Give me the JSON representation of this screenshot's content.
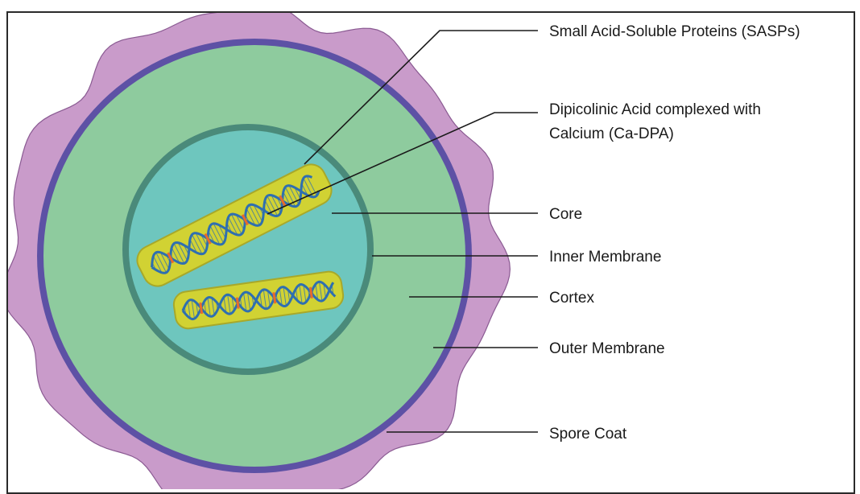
{
  "colors": {
    "spore_coat": "#c99bca",
    "spore_coat_edge": "#8a5a92",
    "outer_membrane": "#5d51a5",
    "cortex": "#8ecb9e",
    "inner_membrane": "#4a8a7a",
    "core": "#6ec6be",
    "sasp_fill": "#d1d233",
    "sasp_edge": "#a8a82a",
    "dna_strand": "#2f6fb0",
    "dna_mark": "#e96a2b",
    "leader_line": "#1a1a1a"
  },
  "icons": [
    "dna-helix-icon"
  ],
  "labels": {
    "sasps": "Small Acid-Soluble Proteins (SASPs)",
    "ca_dpa_line1": "Dipicolinic Acid complexed with",
    "ca_dpa_line2": "Calcium (Ca-DPA)",
    "core": "Core",
    "inner_membrane": "Inner Membrane",
    "cortex": "Cortex",
    "outer_membrane": "Outer Membrane",
    "spore_coat": "Spore Coat"
  }
}
